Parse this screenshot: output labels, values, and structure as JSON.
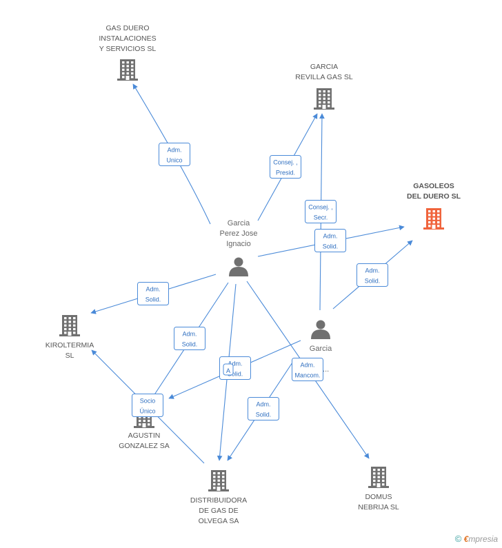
{
  "colors": {
    "company": "#707070",
    "focus_company": "#f0643c",
    "person": "#707070",
    "edge": "#4a8ad8",
    "label_text": "#2f6fc0"
  },
  "companies": [
    {
      "id": "gas_duero",
      "lines": [
        "GAS DUERO",
        "INSTALACIONES",
        "Y SERVICIOS SL"
      ],
      "icon": "building-icon"
    },
    {
      "id": "garcia_revilla",
      "lines": [
        "GARCIA",
        "REVILLA GAS SL"
      ],
      "icon": "building-icon"
    },
    {
      "id": "gasoleos",
      "lines": [
        "GASOLEOS",
        "DEL DUERO SL"
      ],
      "icon": "building-icon",
      "focus": true
    },
    {
      "id": "kiroltermia",
      "lines": [
        "KIROLTERMIA",
        "SL"
      ],
      "icon": "building-icon"
    },
    {
      "id": "agustin",
      "lines": [
        "AGUSTIN",
        "GONZALEZ SA"
      ],
      "icon": "building-icon"
    },
    {
      "id": "distribuidora",
      "lines": [
        "DISTRIBUIDORA",
        "DE GAS DE",
        "OLVEGA SA"
      ],
      "icon": "building-icon"
    },
    {
      "id": "domus",
      "lines": [
        "DOMUS",
        "NEBRIJA  SL"
      ],
      "icon": "building-icon"
    }
  ],
  "persons": [
    {
      "id": "garcia_perez",
      "lines": [
        "Garcia",
        "Perez Jose",
        "Ignacio"
      ],
      "icon": "person-icon"
    },
    {
      "id": "garcia_2",
      "lines": [
        "Garcia",
        "...",
        "...o..."
      ],
      "icon": "person-icon"
    }
  ],
  "edges": [
    {
      "id": "e1",
      "label": [
        "Adm.",
        "Unico"
      ]
    },
    {
      "id": "e2",
      "label": [
        "Consej. ,",
        "Presid."
      ]
    },
    {
      "id": "e3",
      "label": [
        "Consej. ,",
        "Secr."
      ]
    },
    {
      "id": "e4",
      "label": [
        "Adm.",
        "Solid."
      ]
    },
    {
      "id": "e5",
      "label": [
        "Adm.",
        "Solid."
      ]
    },
    {
      "id": "e6",
      "label": [
        "Adm.",
        "Solid."
      ]
    },
    {
      "id": "e7",
      "label": [
        "Adm.",
        "Solid."
      ]
    },
    {
      "id": "e8",
      "label": [
        "Adm.",
        "Solid."
      ]
    },
    {
      "id": "e9",
      "label": [
        "Adm.",
        "Mancom."
      ]
    },
    {
      "id": "e10",
      "label": [
        "Adm.",
        "Solid."
      ]
    },
    {
      "id": "e11",
      "label": [
        "Socio",
        "Único"
      ]
    },
    {
      "id": "e12",
      "label": [
        "A",
        ""
      ]
    }
  ],
  "brand": {
    "copyright": "©",
    "e": "€",
    "rest": "mpresia"
  }
}
